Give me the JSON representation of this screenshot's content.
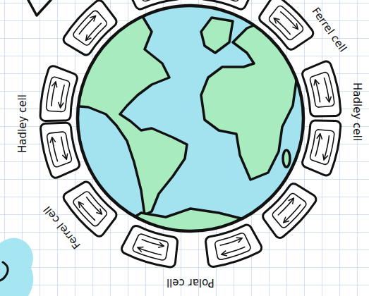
{
  "diagram": {
    "labels": [
      "Ferrel cell",
      "Hadley cell",
      "Hadley cell",
      "Ferrel cell",
      "Polar cell"
    ]
  }
}
